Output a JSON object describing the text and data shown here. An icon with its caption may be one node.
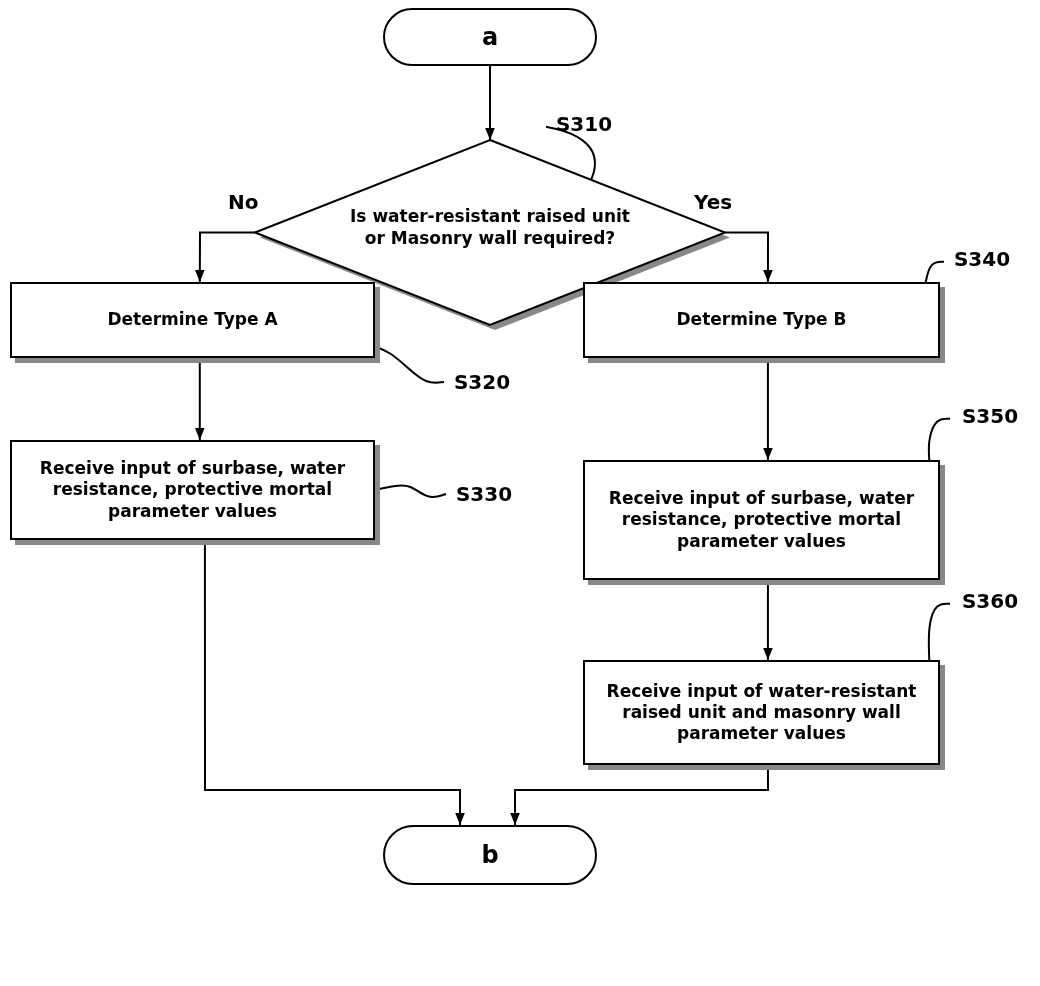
{
  "diagram": {
    "nodes": [
      {
        "text": [
          "a"
        ]
      },
      {
        "text": [
          "Is water-resistant raised unit or Masonry wall required?"
        ]
      },
      {
        "text": [
          "Determine Type A"
        ]
      },
      {
        "text": [
          "Receive input of surbase, water resistance, protective mortal parameter values"
        ]
      },
      {
        "text": [
          "Determine Type B"
        ]
      },
      {
        "text": [
          "Receive input of surbase, water resistance, protective mortal parameter values"
        ]
      },
      {
        "text": [
          "Receive input of water-resistant raised unit and masonry wall parameter values"
        ]
      },
      {
        "text": [
          "b"
        ]
      },
      {
        "text": [
          "S310"
        ]
      },
      {
        "text": [
          "S320"
        ]
      },
      {
        "text": [
          "S330"
        ]
      },
      {
        "text": [
          "S340"
        ]
      },
      {
        "text": [
          "S350"
        ]
      },
      {
        "text": [
          "S360"
        ]
      }
    ],
    "edges": [
      {
        "from": 0,
        "to": 1,
        "arrow": "to"
      },
      {
        "from": 1,
        "to": 2,
        "arrow": "to",
        "label": "No"
      },
      {
        "from": 1,
        "to": 4,
        "arrow": "to",
        "label": "Yes"
      },
      {
        "from": 2,
        "to": 3,
        "arrow": "to"
      },
      {
        "from": 4,
        "to": 5,
        "arrow": "to"
      },
      {
        "from": 5,
        "to": 6,
        "arrow": "to"
      },
      {
        "from": 3,
        "to": 7,
        "arrow": "to"
      },
      {
        "from": 6,
        "to": 7,
        "arrow": "to"
      },
      {
        "from": 8,
        "to": 1,
        "arrow": "none"
      },
      {
        "from": 9,
        "to": 2,
        "arrow": "none"
      },
      {
        "from": 10,
        "to": 3,
        "arrow": "none"
      },
      {
        "from": 11,
        "to": 4,
        "arrow": "none"
      },
      {
        "from": 12,
        "to": 5,
        "arrow": "none"
      },
      {
        "from": 13,
        "to": 6,
        "arrow": "none"
      }
    ]
  }
}
